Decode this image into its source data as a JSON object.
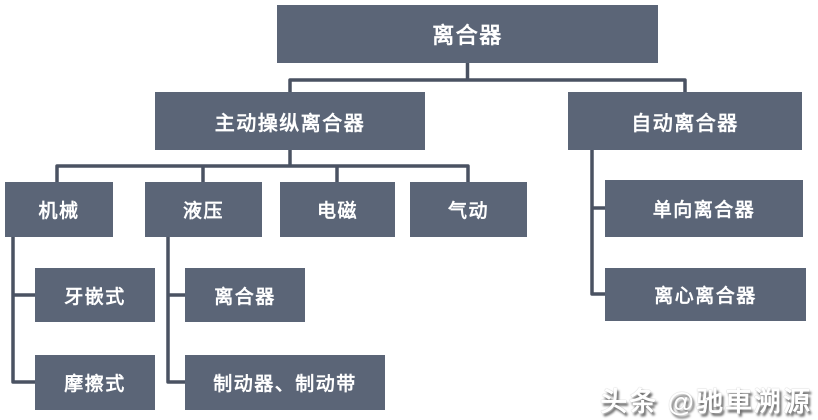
{
  "colors": {
    "box": "#5b6577",
    "line": "#4a5262",
    "text": "#ffffff",
    "bg": "#ffffff"
  },
  "tree": {
    "label": "离合器",
    "children": [
      {
        "label": "主动操纵离合器",
        "children": [
          {
            "label": "机械",
            "children": [
              {
                "label": "牙嵌式"
              },
              {
                "label": "摩擦式"
              }
            ]
          },
          {
            "label": "液压",
            "children": [
              {
                "label": "离合器"
              },
              {
                "label": "制动器、制动带"
              }
            ]
          },
          {
            "label": "电磁",
            "children": []
          },
          {
            "label": "气动",
            "children": []
          }
        ]
      },
      {
        "label": "自动离合器",
        "children": [
          {
            "label": "单向离合器"
          },
          {
            "label": "离心离合器"
          }
        ]
      }
    ]
  },
  "watermark": "头条 @驰車溯源"
}
